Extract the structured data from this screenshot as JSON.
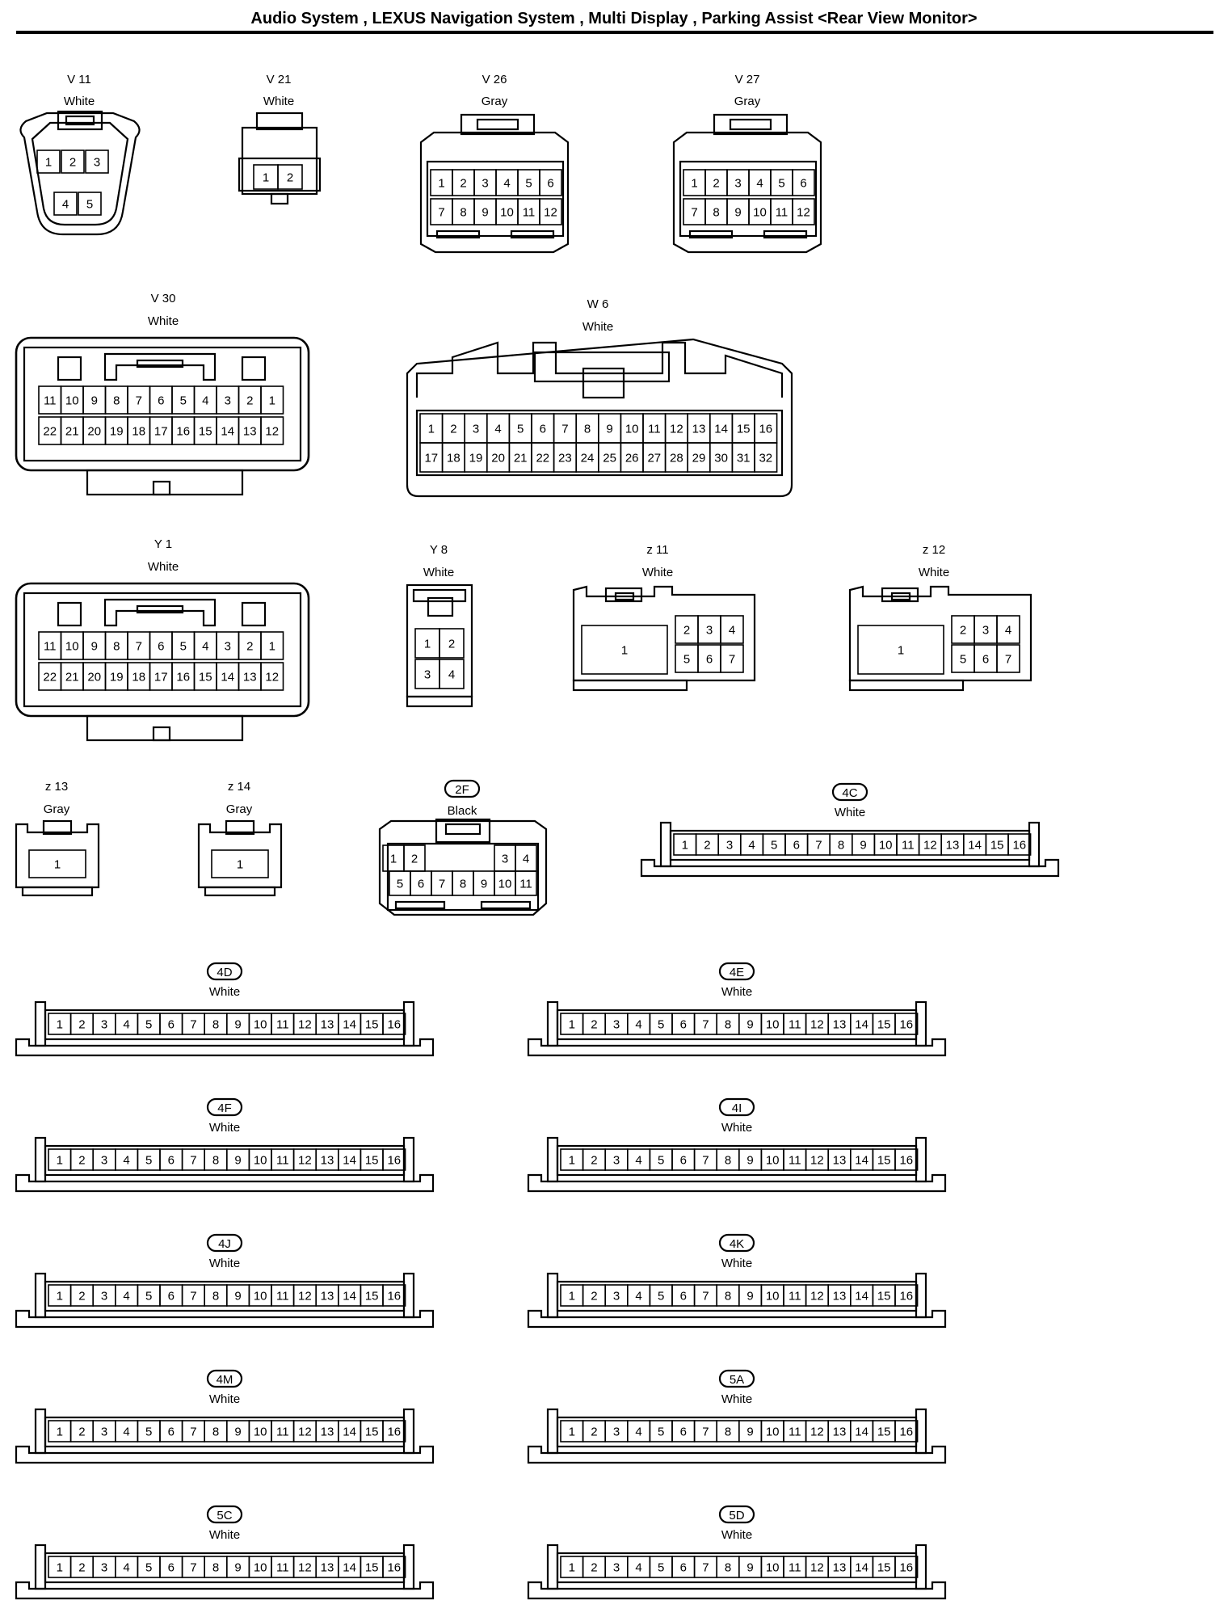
{
  "title": "Audio System , LEXUS Navigation System , Multi Display , Parking Assist <Rear View Monitor>",
  "connectors": [
    {
      "id": "V11",
      "code": "V 11",
      "color": "White",
      "style": "v11",
      "pins": [
        "1",
        "2",
        "3",
        "4",
        "5"
      ]
    },
    {
      "id": "V21",
      "code": "V 21",
      "color": "White",
      "style": "v21",
      "pins": [
        "1",
        "2"
      ]
    },
    {
      "id": "V26",
      "code": "V 26",
      "color": "Gray",
      "style": "grid2",
      "rows": [
        [
          "1",
          "2",
          "3",
          "4",
          "5",
          "6"
        ],
        [
          "7",
          "8",
          "9",
          "10",
          "11",
          "12"
        ]
      ]
    },
    {
      "id": "V27",
      "code": "V 27",
      "color": "Gray",
      "style": "grid2",
      "rows": [
        [
          "1",
          "2",
          "3",
          "4",
          "5",
          "6"
        ],
        [
          "7",
          "8",
          "9",
          "10",
          "11",
          "12"
        ]
      ]
    },
    {
      "id": "V30",
      "code": "V 30",
      "color": "White",
      "style": "big22",
      "rows": [
        [
          "11",
          "10",
          "9",
          "8",
          "7",
          "6",
          "5",
          "4",
          "3",
          "2",
          "1"
        ],
        [
          "22",
          "21",
          "20",
          "19",
          "18",
          "17",
          "16",
          "15",
          "14",
          "13",
          "12"
        ]
      ]
    },
    {
      "id": "W6",
      "code": "W 6",
      "color": "White",
      "style": "w6",
      "rows": [
        [
          "1",
          "2",
          "3",
          "4",
          "5",
          "6",
          "7",
          "8",
          "9",
          "10",
          "11",
          "12",
          "13",
          "14",
          "15",
          "16"
        ],
        [
          "17",
          "18",
          "19",
          "20",
          "21",
          "22",
          "23",
          "24",
          "25",
          "26",
          "27",
          "28",
          "29",
          "30",
          "31",
          "32"
        ]
      ]
    },
    {
      "id": "Y1",
      "code": "Y 1",
      "color": "White",
      "style": "big22",
      "rows": [
        [
          "11",
          "10",
          "9",
          "8",
          "7",
          "6",
          "5",
          "4",
          "3",
          "2",
          "1"
        ],
        [
          "22",
          "21",
          "20",
          "19",
          "18",
          "17",
          "16",
          "15",
          "14",
          "13",
          "12"
        ]
      ]
    },
    {
      "id": "Y8",
      "code": "Y 8",
      "color": "White",
      "style": "y8",
      "rows": [
        [
          "1",
          "2"
        ],
        [
          "3",
          "4"
        ]
      ]
    },
    {
      "id": "z11",
      "code": "z 11",
      "color": "White",
      "style": "z7",
      "pins": [
        "1",
        "2",
        "3",
        "4",
        "5",
        "6",
        "7"
      ]
    },
    {
      "id": "z12",
      "code": "z 12",
      "color": "White",
      "style": "z7",
      "pins": [
        "1",
        "2",
        "3",
        "4",
        "5",
        "6",
        "7"
      ]
    },
    {
      "id": "z13",
      "code": "z 13",
      "color": "Gray",
      "style": "z1",
      "pins": [
        "1"
      ]
    },
    {
      "id": "z14",
      "code": "z 14",
      "color": "Gray",
      "style": "z1",
      "pins": [
        "1"
      ]
    },
    {
      "id": "2F",
      "code": "2F",
      "color": "Black",
      "style": "c2f",
      "rows": [
        [
          "1",
          "2",
          "3",
          "4"
        ],
        [
          "5",
          "6",
          "7",
          "8",
          "9",
          "10",
          "11"
        ]
      ]
    },
    {
      "id": "4C",
      "code": "4C",
      "color": "White",
      "style": "strip16"
    },
    {
      "id": "4D",
      "code": "4D",
      "color": "White",
      "style": "strip16"
    },
    {
      "id": "4E",
      "code": "4E",
      "color": "White",
      "style": "strip16"
    },
    {
      "id": "4F",
      "code": "4F",
      "color": "White",
      "style": "strip16"
    },
    {
      "id": "4I",
      "code": "4I",
      "color": "White",
      "style": "strip16"
    },
    {
      "id": "4J",
      "code": "4J",
      "color": "White",
      "style": "strip16"
    },
    {
      "id": "4K",
      "code": "4K",
      "color": "White",
      "style": "strip16"
    },
    {
      "id": "4M",
      "code": "4M",
      "color": "White",
      "style": "strip16"
    },
    {
      "id": "5A",
      "code": "5A",
      "color": "White",
      "style": "strip16"
    },
    {
      "id": "5C",
      "code": "5C",
      "color": "White",
      "style": "strip16"
    },
    {
      "id": "5D",
      "code": "5D",
      "color": "White",
      "style": "strip16"
    }
  ],
  "strip_pins": [
    "1",
    "2",
    "3",
    "4",
    "5",
    "6",
    "7",
    "8",
    "9",
    "10",
    "11",
    "12",
    "13",
    "14",
    "15",
    "16"
  ]
}
